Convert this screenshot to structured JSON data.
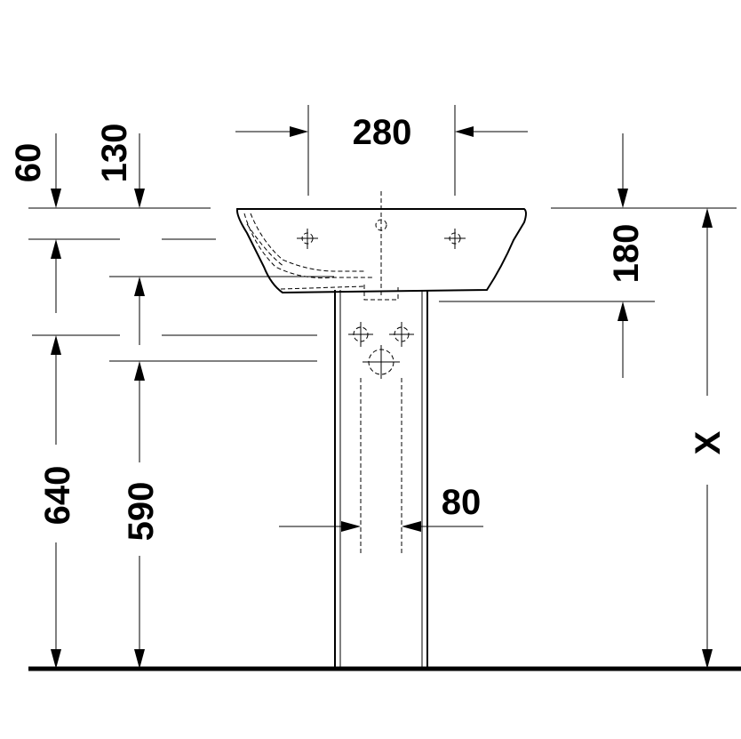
{
  "dimensions": {
    "d60": "60",
    "d130": "130",
    "d280": "280",
    "d180": "180",
    "d640": "640",
    "d590": "590",
    "d80": "80",
    "dx": "X"
  }
}
